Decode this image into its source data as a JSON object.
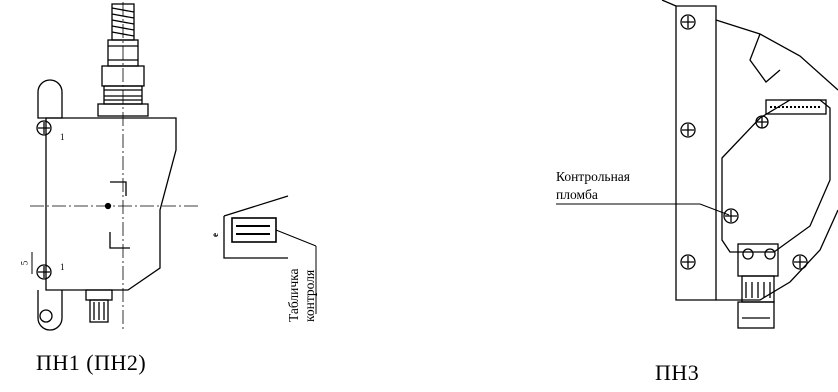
{
  "figures": {
    "left": {
      "caption": "ПН1 (ПН2)",
      "plate_callout_line1": "Табличка",
      "plate_callout_line2": "контроля",
      "dim_5": "5",
      "dim_e": "е",
      "dim_1_top": "1",
      "dim_1_bottom": "1"
    },
    "right": {
      "caption": "ПН3",
      "seal_label_line1": "Контрольная",
      "seal_label_line2": "пломба"
    }
  }
}
